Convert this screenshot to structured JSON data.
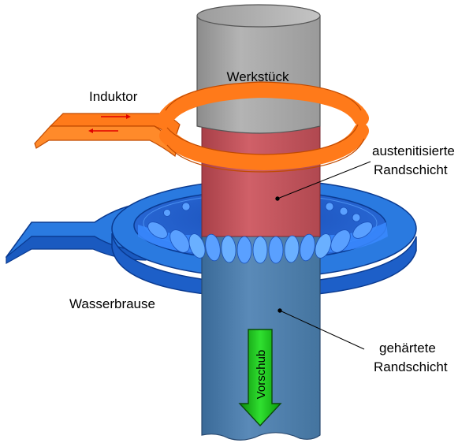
{
  "labels": {
    "workpiece": "Werkstück",
    "inductor": "Induktor",
    "austenitized_line1": "austenitisierte",
    "austenitized_line2": "Randschicht",
    "shower": "Wasserbrause",
    "hardened_line1": "gehärtete",
    "hardened_line2": "Randschicht",
    "feed": "Vorschub"
  },
  "colors": {
    "workpiece_top": "#a8a8a8",
    "workpiece_hot": "#c05058",
    "workpiece_hardened": "#4a7aa8",
    "inductor": "#ff7a1a",
    "inductor_edge": "#c04a00",
    "shower": "#2a7ae0",
    "shower_edge": "#0a3a90",
    "feed_arrow": "#18c018"
  }
}
